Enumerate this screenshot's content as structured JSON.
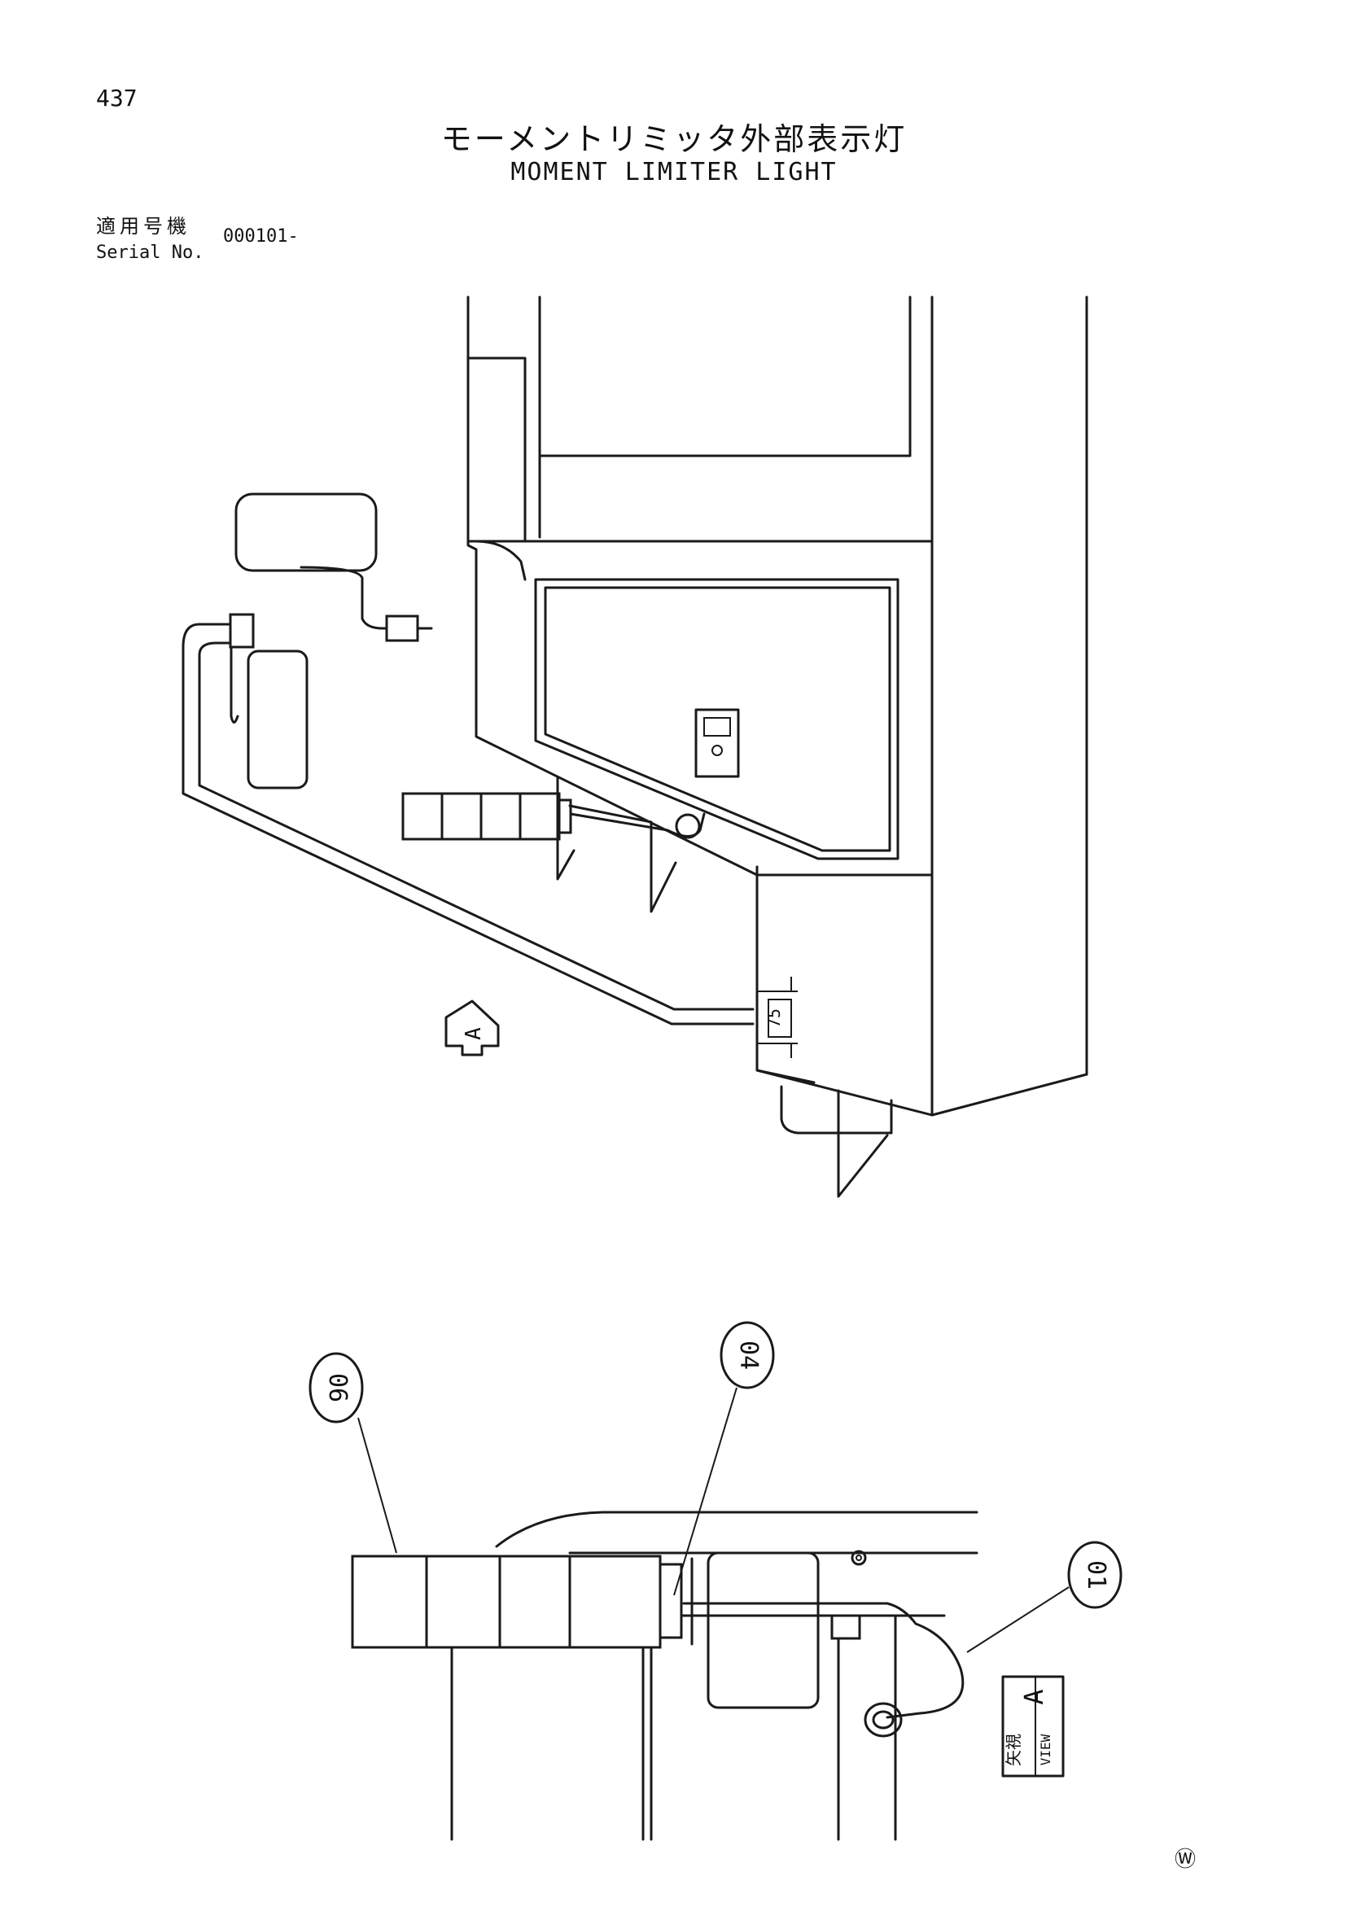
{
  "header": {
    "page_number": "437",
    "title_ja": "モーメントリミッタ外部表示灯",
    "title_en": "MOMENT LIMITER LIGHT"
  },
  "applicability": {
    "label_ja": "適用号機",
    "label_en": "Serial No.",
    "serial_range": "000101-"
  },
  "upper_view": {
    "arrow_letter": "A",
    "dimension": "75"
  },
  "lower_view": {
    "callouts": [
      "06",
      "04",
      "01"
    ],
    "view_label": {
      "ja": "矢視",
      "en": "VIEW",
      "letter": "A"
    }
  },
  "footer": {
    "mark": "Ⓦ"
  }
}
